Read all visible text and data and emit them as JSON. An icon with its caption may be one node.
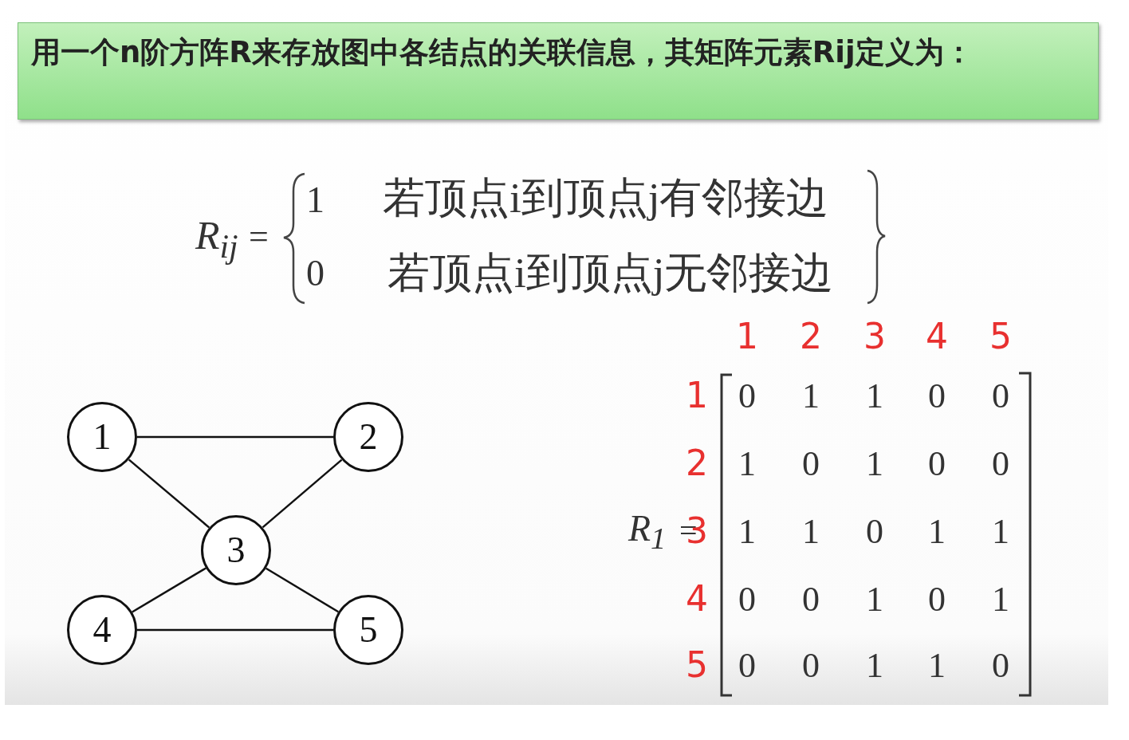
{
  "diagram": {
    "title": "用一个n阶方阵R来存放图中各结点的关联信息，其矩阵元素Rij定义为：",
    "nodes": [
      {
        "text": [
          "1"
        ]
      },
      {
        "text": [
          "2"
        ]
      },
      {
        "text": [
          "3"
        ]
      },
      {
        "text": [
          "4"
        ]
      },
      {
        "text": [
          "5"
        ]
      }
    ],
    "edges": [
      {
        "from": 0,
        "to": 1,
        "arrow": "none"
      },
      {
        "from": 0,
        "to": 2,
        "arrow": "none"
      },
      {
        "from": 1,
        "to": 2,
        "arrow": "none"
      },
      {
        "from": 3,
        "to": 2,
        "arrow": "none"
      },
      {
        "from": 2,
        "to": 4,
        "arrow": "none"
      },
      {
        "from": 3,
        "to": 4,
        "arrow": "none"
      }
    ],
    "labels": [
      "R$_{ij}$",
      "=",
      "1",
      "若顶点i到顶点j有邻接边",
      "0",
      "若顶点i到顶点j无邻接边",
      "1",
      "2",
      "3",
      "4",
      "5",
      "R$_{1}$",
      "=",
      "1",
      "0",
      "1",
      "1",
      "0",
      "0",
      "2",
      "1",
      "0",
      "1",
      "0",
      "0",
      "3",
      "1",
      "1",
      "0",
      "1",
      "1",
      "4",
      "0",
      "0",
      "1",
      "0",
      "1",
      "5",
      "0",
      "0",
      "1",
      "1",
      "0"
    ]
  }
}
